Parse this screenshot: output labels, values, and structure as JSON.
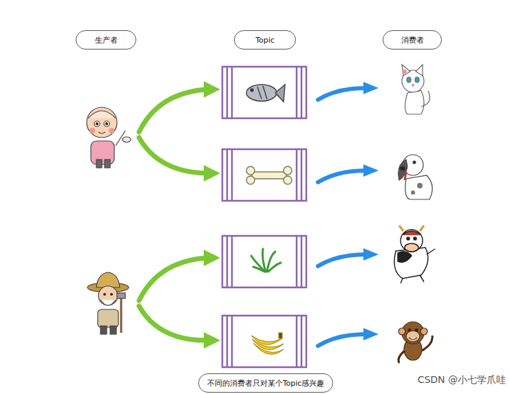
{
  "diagram": {
    "nodes": [
      {
        "text": [
          "生产者"
        ]
      },
      {
        "text": [
          "Topic"
        ]
      },
      {
        "text": [
          "消费者"
        ]
      },
      {
        "text": [
          "不同的消费者只对某个Topic感兴趣"
        ]
      }
    ],
    "labels": [
      "CSDN @小七学爪哇"
    ]
  }
}
